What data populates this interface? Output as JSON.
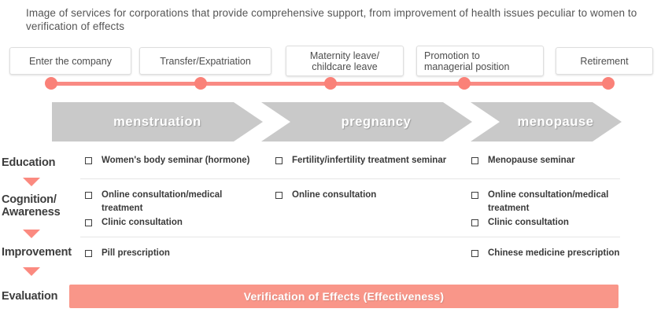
{
  "caption": "Image of services for corporations that provide comprehensive support, from improvement of health issues peculiar to women to verification of effects",
  "colors": {
    "accent": "#fa8178",
    "accent_bar": "#f99689",
    "chevron": "#c9c9c9",
    "text": "#3a3a3a",
    "separator": "#e6e6e6"
  },
  "timeline": {
    "milestones": [
      {
        "label": "Enter the company"
      },
      {
        "label": "Transfer/Expatriation"
      },
      {
        "label": "Maternity leave/\nchildcare leave"
      },
      {
        "label": "Promotion to\nmanagerial position"
      },
      {
        "label": "Retirement"
      }
    ]
  },
  "phases": [
    {
      "label": "menstruation"
    },
    {
      "label": "pregnancy"
    },
    {
      "label": "menopause"
    }
  ],
  "rows": [
    {
      "label": "Education",
      "columns": [
        {
          "items": [
            "Women's body seminar (hormone)"
          ]
        },
        {
          "items": [
            "Fertility/infertility treatment seminar"
          ]
        },
        {
          "items": [
            "Menopause seminar"
          ]
        }
      ]
    },
    {
      "label": "Cognition/\nAwareness",
      "columns": [
        {
          "items": [
            "Online consultation/medical treatment",
            "Clinic consultation"
          ]
        },
        {
          "items": [
            "Online consultation"
          ]
        },
        {
          "items": [
            "Online consultation/medical treatment",
            "Clinic consultation"
          ]
        }
      ]
    },
    {
      "label": "Improvement",
      "columns": [
        {
          "items": [
            "Pill prescription"
          ]
        },
        {
          "items": []
        },
        {
          "items": [
            "Chinese medicine prescription"
          ]
        }
      ]
    },
    {
      "label": "Evaluation",
      "columns": []
    }
  ],
  "evaluation_bar": {
    "label": "Verification of Effects (Effectiveness)"
  }
}
